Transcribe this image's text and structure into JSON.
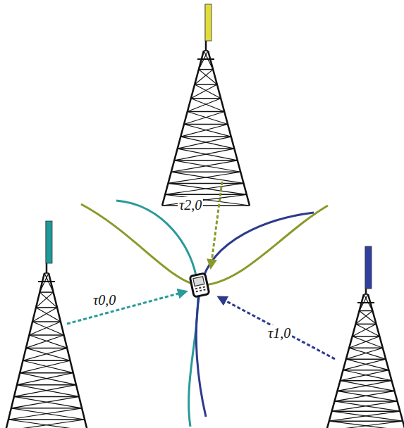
{
  "diagram": {
    "labels": [
      "τ2,0",
      "τ0,0",
      "τ1,0"
    ]
  }
}
